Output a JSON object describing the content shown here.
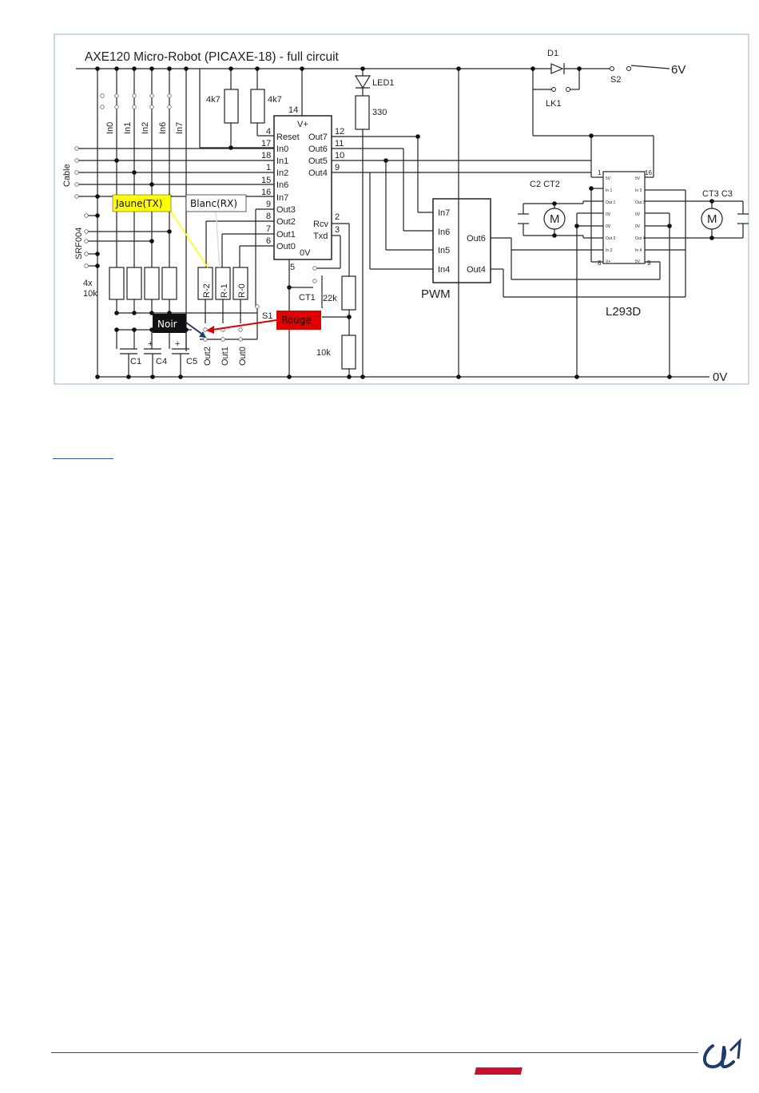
{
  "diagram": {
    "title": "AXE120 Micro-Robot (PICAXE-18) - full circuit",
    "supply": {
      "six_v": "6V",
      "zero_v": "0V",
      "d1": "D1",
      "s2": "S2",
      "lk1": "LK1"
    },
    "pullups": {
      "r1": "4k7",
      "r2": "4k7"
    },
    "led": {
      "name": "LED1",
      "resistor": "330"
    },
    "picaxe": {
      "vplus": "V+",
      "zero_v": "0V",
      "pin_14": "14",
      "pin_5": "5",
      "left_labels": [
        "Reset",
        "In0",
        "In1",
        "In2",
        "In6",
        "In7",
        "Out3",
        "Out2",
        "Out1",
        "Out0"
      ],
      "left_pins": [
        "4",
        "17",
        "18",
        "1",
        "15",
        "16",
        "9",
        "8",
        "7",
        "6"
      ],
      "right_labels": [
        "Out7",
        "Out6",
        "Out5",
        "Out4",
        "Rcv",
        "Txd"
      ],
      "right_pins": [
        "12",
        "11",
        "10",
        "9",
        "2",
        "3"
      ]
    },
    "inputs_header": [
      "In0",
      "In1",
      "In2",
      "In6",
      "In7"
    ],
    "cable": "Cable",
    "srf": "SRF004",
    "resistor_bank": {
      "count": "4x",
      "value": "10k"
    },
    "servo_headers": [
      "R-2",
      "R-1",
      "R-0"
    ],
    "outputs_footer": [
      "Out2",
      "Out1",
      "Out0"
    ],
    "s1": "S1",
    "ct1": "CT1",
    "r22k": "22k",
    "r10k": "10k",
    "caps": [
      "C1",
      "C4",
      "C5"
    ],
    "pwm": {
      "name": "PWM",
      "inputs": [
        "In7",
        "In6",
        "In5",
        "In4"
      ],
      "outputs": [
        "Out6",
        "Out4"
      ]
    },
    "l293d": {
      "name": "L293D",
      "pin_1": "1",
      "pin_16": "16",
      "pin_8": "8",
      "pin_9": "9",
      "left_tiny": [
        "5V",
        "In 1",
        "Out 1",
        "0V",
        "0V",
        "Out 2",
        "In 2",
        "V+"
      ],
      "right_tiny": [
        "5V",
        "In 3",
        "Out 3",
        "0V",
        "0V",
        "Out 4",
        "In 4",
        "5V"
      ]
    },
    "motor_left": {
      "caps": "C2 CT2",
      "symbol": "M"
    },
    "motor_right": {
      "caps": "CT3  C3",
      "symbol": "M"
    },
    "callouts": {
      "jaune": "Jaune(TX)",
      "blanc": "Blanc(RX)",
      "noir": "Noir",
      "rouge": "Rouge"
    }
  },
  "colors": {
    "yellow": "#ffff00",
    "red": "#e00000",
    "black": "#111111",
    "navy": "#1f3a6e",
    "logo_red": "#c8102e",
    "link": "#2a55c8"
  }
}
